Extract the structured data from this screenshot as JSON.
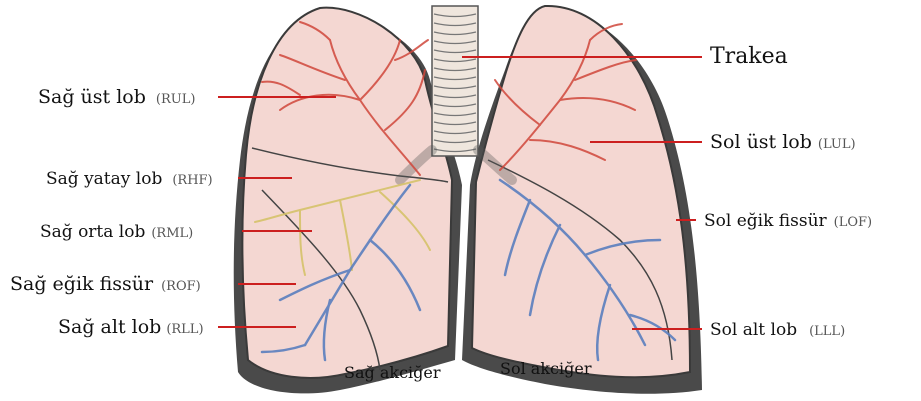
{
  "colors": {
    "lung_fill": "#f4d7d2",
    "lung_outline": "#3a3a3a",
    "lung_shadow": "#4a4a4a",
    "trachea_fill": "#efe6dd",
    "leader_line": "#cc1f1f",
    "artery_red": "#d0473b",
    "vein_blue": "#5b7fbf",
    "bronchus_yellow": "#d6c36a"
  },
  "labels": {
    "trakea": "Trakea",
    "rul": {
      "name": "Sağ üst lob",
      "abbr": "(RUL)"
    },
    "rhf": {
      "name": "Sağ yatay lob",
      "abbr": "(RHF)"
    },
    "rml": {
      "name": "Sağ orta lob",
      "abbr": "(RML)"
    },
    "rof": {
      "name": "Sağ eğik fissür",
      "abbr": "(ROF)"
    },
    "rll": {
      "name": "Sağ alt lob",
      "abbr": "(RLL)"
    },
    "lul": {
      "name": "Sol üst lob",
      "abbr": "(LUL)"
    },
    "lof": {
      "name": "Sol eğik fissür",
      "abbr": "(LOF)"
    },
    "lll": {
      "name": "Sol alt lob",
      "abbr": "(LLL)"
    },
    "right_lung": "Sağ akciğer",
    "left_lung": "Sol akciğer"
  }
}
